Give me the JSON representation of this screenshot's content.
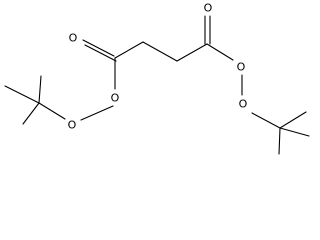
{
  "molecule": {
    "atoms": {
      "o_carbonyl_left": "O",
      "o_ester_left": "O",
      "o_peroxy_left": "O",
      "o_carbonyl_right": "O",
      "o_ester_right": "O",
      "o_peroxy_right": "O"
    }
  }
}
